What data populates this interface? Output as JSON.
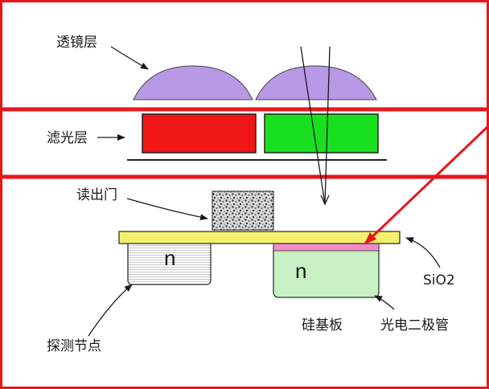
{
  "labels": {
    "lens_layer": "透镜层",
    "filter_layer": "滤光层",
    "read_gate": "读出门",
    "detect_node": "探测节点",
    "substrate": "硅基板",
    "photodiode": "光电二极管",
    "sio2": "SiO2",
    "n_left": "n",
    "n_right": "n"
  },
  "colors": {
    "frame": "#e8161b",
    "lens": "#b899e6",
    "filter_red": "#ef1616",
    "filter_green": "#19e01e",
    "sio2": "#f5ef6e",
    "photodiode": "#c9f2c4",
    "pink_layer": "#f08cc8",
    "light_ray": "#e8161b",
    "stroke": "#222222"
  }
}
